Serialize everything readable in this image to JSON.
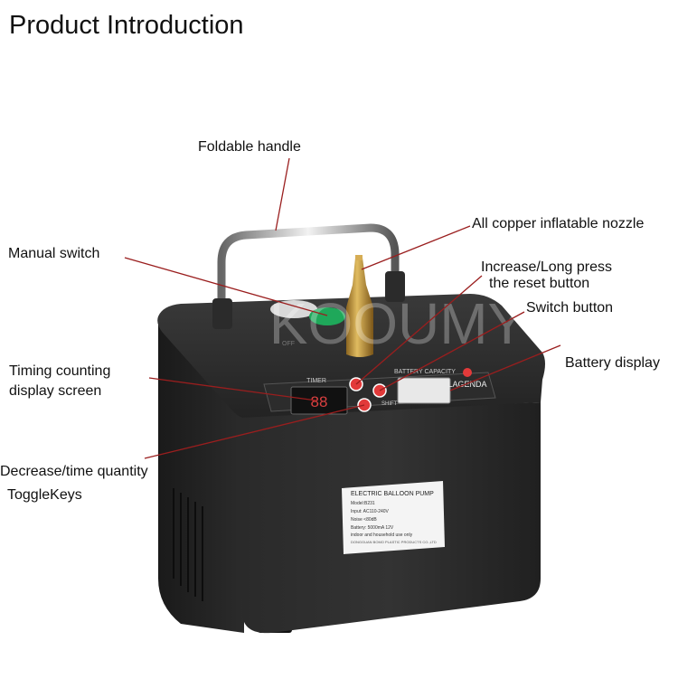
{
  "title": "Product Introduction",
  "labels": {
    "handle": "Foldable handle",
    "nozzle": "All copper inflatable nozzle",
    "manual": "Manual switch",
    "increase_1": "Increase/Long press",
    "increase_2": "the reset button",
    "switch": "Switch button",
    "battery": "Battery display",
    "timing_1": "Timing counting",
    "timing_2": "display screen",
    "decrease_1": "Decrease/time quantity",
    "decrease_2": "ToggleKeys"
  },
  "device": {
    "watermark": "KOOUMY",
    "timer_label": "TIMER",
    "battery_label": "BATTERY CAPACITY",
    "shift_label": "SHIFT",
    "brand": "LAGENDA",
    "off_label": "OFF",
    "sticker": {
      "line1": "ELECTRIC BALLOON PUMP",
      "line2": "Model:B231",
      "line3": "Input: AC110-240V",
      "line4": "Noise <80dB",
      "line5": "Battery: 5000mA  12V",
      "line6": "indoor and household use only",
      "line7": "DONGGUAN BOMO PLASTIC PRODUCTS CO.,LTD"
    }
  },
  "colors": {
    "body": "#1e1e1e",
    "front_face": "#262626",
    "nozzle": "#c79a3a",
    "green_button": "#1fa85a",
    "pointer_line": "#9a1e1e"
  }
}
